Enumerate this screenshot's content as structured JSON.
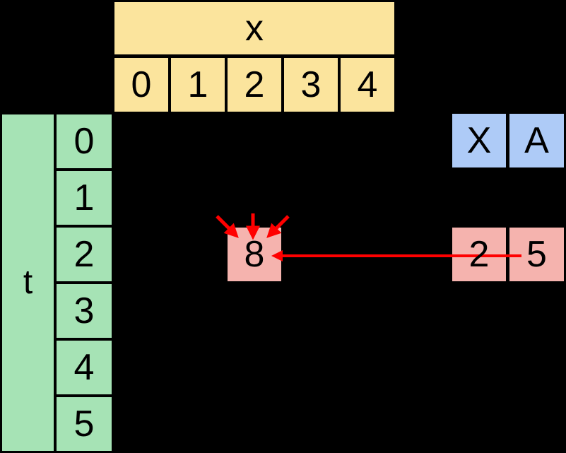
{
  "colors": {
    "background": "#000000",
    "yellow": "#fbe49d",
    "green": "#a6e3b5",
    "blue": "#aecbf7",
    "pink": "#f5b3ae",
    "arrow_red": "#ff0000",
    "text": "#000000"
  },
  "x_table": {
    "label": "x",
    "cols": [
      "0",
      "1",
      "2",
      "3",
      "4"
    ]
  },
  "t_table": {
    "label": "t",
    "rows": [
      "0",
      "1",
      "2",
      "3",
      "4",
      "5"
    ]
  },
  "dp_cell": {
    "value": "8",
    "grid_position": {
      "x": 2,
      "t": 2
    }
  },
  "cost_table": {
    "headers": [
      "X",
      "A"
    ],
    "values": [
      "2",
      "5"
    ]
  },
  "arrows": {
    "color": "#ff0000",
    "incoming_top": [
      "diagonal-down-right",
      "vertical-down",
      "diagonal-down-left"
    ],
    "long_arrow": "from cost value 5 leftwards into dp cell 8"
  }
}
